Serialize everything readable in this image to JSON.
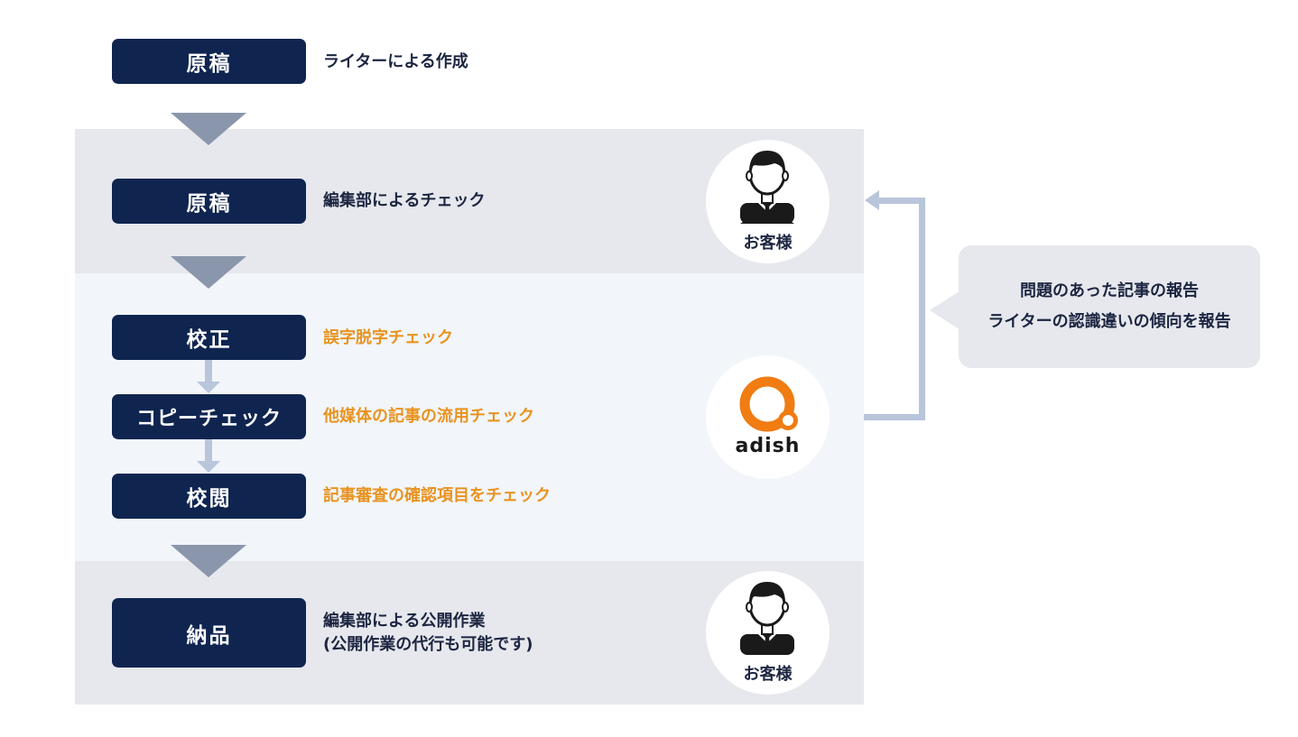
{
  "steps": [
    {
      "label": "原稿",
      "desc": "ライターによる作成"
    },
    {
      "label": "原稿",
      "desc": "編集部によるチェック"
    },
    {
      "label": "校正",
      "desc": "誤字脱字チェック"
    },
    {
      "label": "コピーチェック",
      "desc": "他媒体の記事の流用チェック"
    },
    {
      "label": "校閲",
      "desc": "記事審査の確認項目をチェック"
    },
    {
      "label": "納品",
      "desc_line1": "編集部による公開作業",
      "desc_line2": "(公開作業の代行も可能です)"
    }
  ],
  "actors": {
    "customer_label": "お客様",
    "adish_label": "adish"
  },
  "callout": {
    "line1": "問題のあった記事の報告",
    "line2": "ライターの認識違いの傾向を報告"
  },
  "colors": {
    "navy": "#0f2550",
    "orange": "#e89320",
    "band_gray": "#e6e8ed",
    "band_light": "#f2f5fa",
    "arrow_gray": "#8a96ab",
    "line_blue": "#b8c5db"
  }
}
